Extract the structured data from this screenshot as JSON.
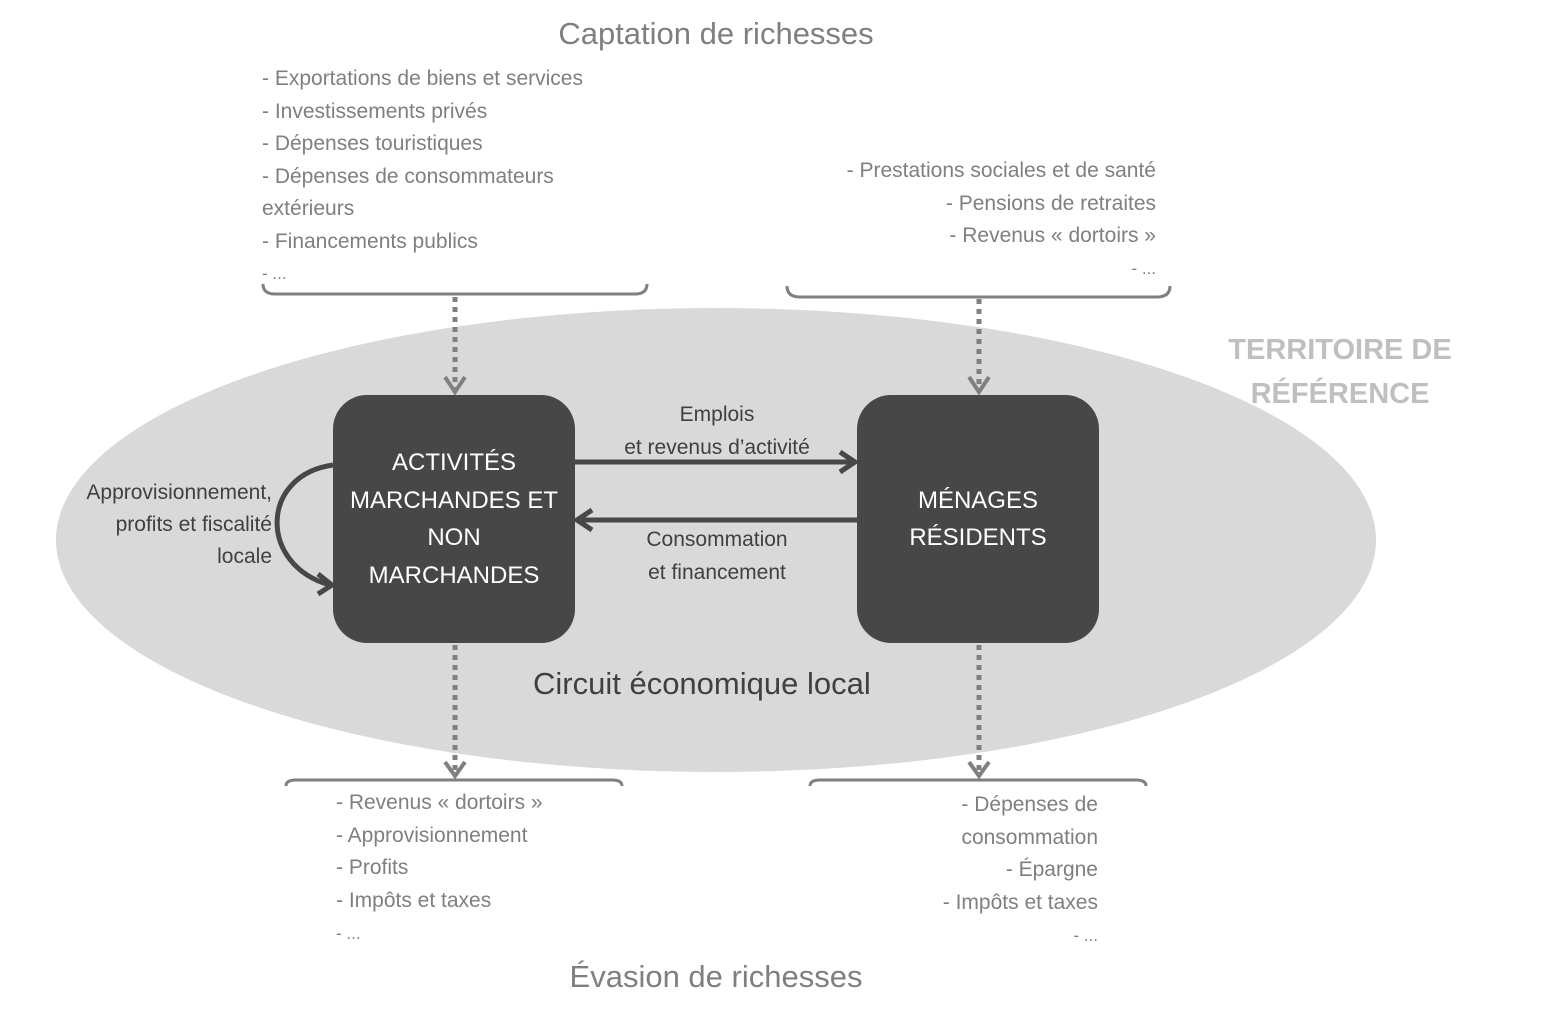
{
  "colors": {
    "ellipse_fill": "#d9d9d9",
    "box_fill": "#474747",
    "box_text": "#ffffff",
    "muted_text": "#7f7f7f",
    "dark_text": "#404040",
    "territory_text": "#bfbfbf",
    "dotted_arrow": "#808080",
    "solid_arrow": "#474747"
  },
  "top_title": "Captation de richesses",
  "bottom_title": "Évasion de richesses",
  "territory_label": [
    "TERRITOIRE DE",
    "RÉFÉRENCE"
  ],
  "circuit_label": "Circuit économique local",
  "capture_left": {
    "items": [
      "- Exportations de biens et services",
      "- Investissements privés",
      "- Dépenses touristiques",
      "- Dépenses de consommateurs",
      "extérieurs",
      "- Financements publics",
      "- ..."
    ]
  },
  "capture_right": {
    "items": [
      "- Prestations sociales et de santé",
      "- Pensions de retraites",
      "- Revenus « dortoirs »",
      "- ..."
    ]
  },
  "evasion_left": {
    "items": [
      "- Revenus « dortoirs »",
      "- Approvisionnement",
      "- Profits",
      "- Impôts et taxes",
      "- ..."
    ]
  },
  "evasion_right": {
    "items": [
      "- Dépenses de",
      "consommation",
      "- Épargne",
      "- Impôts et taxes",
      "- ..."
    ]
  },
  "box_activities": {
    "lines": [
      "ACTIVITÉS",
      "MARCHANDES ET",
      "NON",
      "MARCHANDES"
    ]
  },
  "box_households": {
    "lines": [
      "MÉNAGES",
      "RÉSIDENTS"
    ]
  },
  "flow_to_households": {
    "lines": [
      "Emplois",
      "et revenus d’activité"
    ]
  },
  "flow_to_activities": {
    "lines": [
      "Consommation",
      "et financement"
    ]
  },
  "loop_flow": {
    "lines": [
      "Approvisionnement,",
      "profits et fiscalité",
      "locale"
    ]
  }
}
